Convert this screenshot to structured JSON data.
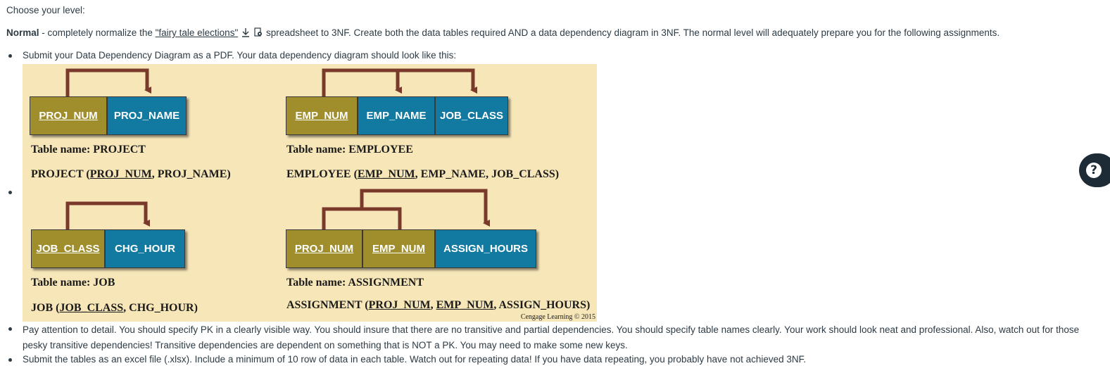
{
  "intro": {
    "choose_level": "Choose your level:"
  },
  "normal": {
    "level": "Normal",
    "text_before_link": " - completely normalize the ",
    "link_text": "\"fairy tale elections\"",
    "text_after_link": " spreadsheet to 3NF. Create both the data tables required AND a data dependency diagram in 3NF. The normal level will adequately prepare you for the following assignments."
  },
  "bullets": [
    {
      "text": "Submit your Data Dependency Diagram as a PDF. Your data dependency diagram should look like this:"
    },
    {
      "text": "Pay attention to detail. You should specify PK in a clearly visible way. You should insure that there are no transitive and partial dependencies. You should specify table names clearly. Your work should look neat and professional. Also, watch out for those pesky transitive dependencies! Transitive dependencies are dependent on something that is NOT a PK. You may need to make some new keys."
    },
    {
      "text": "Submit the tables as an excel file (.xlsx). Include a minimum of 10 row of data in each table. Watch out for repeating data! If you have data repeating, you probably have not achieved 3NF."
    }
  ],
  "diagram": {
    "project": {
      "cells": [
        "PROJ_NUM",
        "PROJ_NAME"
      ],
      "table_name": "Table name: PROJECT",
      "schema_prefix": "PROJECT  (",
      "schema_pk": "PROJ_NUM",
      "schema_rest": ", PROJ_NAME)"
    },
    "employee": {
      "cells": [
        "EMP_NUM",
        "EMP_NAME",
        "JOB_CLASS"
      ],
      "table_name": "Table name: EMPLOYEE",
      "schema_prefix": "EMPLOYEE  (",
      "schema_pk": "EMP_NUM",
      "schema_rest": ", EMP_NAME, JOB_CLASS)"
    },
    "job": {
      "cells": [
        "JOB_CLASS",
        "CHG_HOUR"
      ],
      "table_name": "Table name: JOB",
      "schema_prefix": "JOB  (",
      "schema_pk": "JOB_CLASS",
      "schema_rest": ", CHG_HOUR)"
    },
    "assignment": {
      "cells": [
        "PROJ_NUM",
        "EMP_NUM",
        "ASSIGN_HOURS"
      ],
      "table_name": "Table name: ASSIGNMENT",
      "schema_prefix": "ASSIGNMENT  (",
      "schema_pk": "PROJ_NUM",
      "schema_sep": ", ",
      "schema_pk2": "EMP_NUM",
      "schema_rest": ", ASSIGN_HOURS)"
    },
    "credit": "Cengage Learning © 2015"
  },
  "help": {
    "icon": "question-icon",
    "glyph": "?"
  },
  "colors": {
    "pk": "#a08d2c",
    "attr": "#1279a0",
    "arrow": "#7a3a2b",
    "diagram_bg": "#f7e6b8"
  }
}
